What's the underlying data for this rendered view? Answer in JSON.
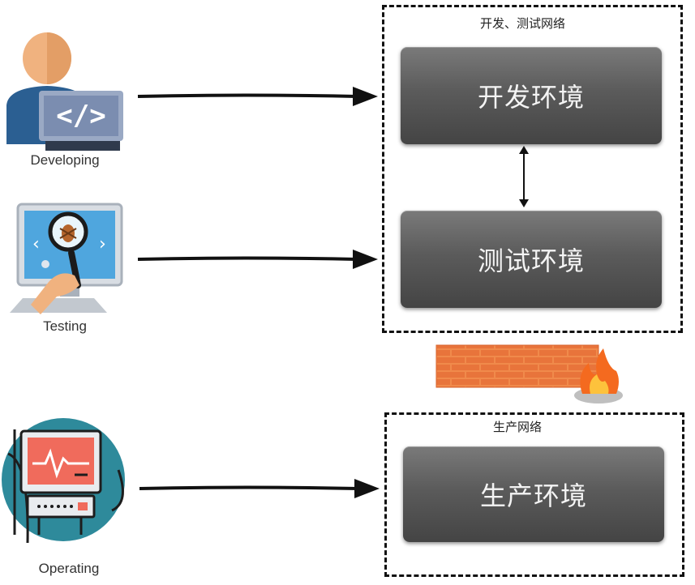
{
  "roles": {
    "developing": {
      "label": "Developing",
      "icon": "developer-laptop-icon"
    },
    "testing": {
      "label": "Testing",
      "icon": "magnifier-bug-monitor-icon"
    },
    "operating": {
      "label": "Operating",
      "icon": "server-monitor-icon"
    }
  },
  "zones": {
    "dev_test": {
      "title": "开发、测试网络",
      "environments": {
        "dev": "开发环境",
        "test": "测试环境"
      }
    },
    "production": {
      "title": "生产网络",
      "environments": {
        "prod": "生产环境"
      }
    }
  },
  "firewall": {
    "icon": "firewall-icon"
  },
  "colors": {
    "env_box": "#5b5b5b",
    "env_text": "#f4f4f4",
    "brick": "#e8743b",
    "zone_border": "#111111"
  }
}
